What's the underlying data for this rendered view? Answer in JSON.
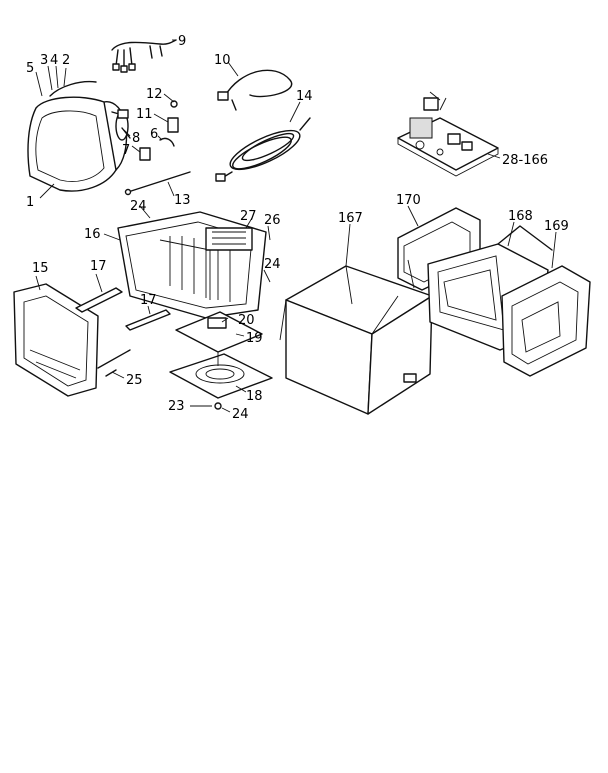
{
  "diagram": {
    "part_labels": [
      "9",
      "5",
      "3",
      "4",
      "2",
      "10",
      "14",
      "12",
      "11",
      "6",
      "8",
      "7",
      "1",
      "13",
      "28-166",
      "24",
      "16",
      "27",
      "26",
      "167",
      "170",
      "168",
      "169",
      "15",
      "17",
      "24",
      "17",
      "20",
      "19",
      "25",
      "18",
      "23",
      "24"
    ]
  }
}
